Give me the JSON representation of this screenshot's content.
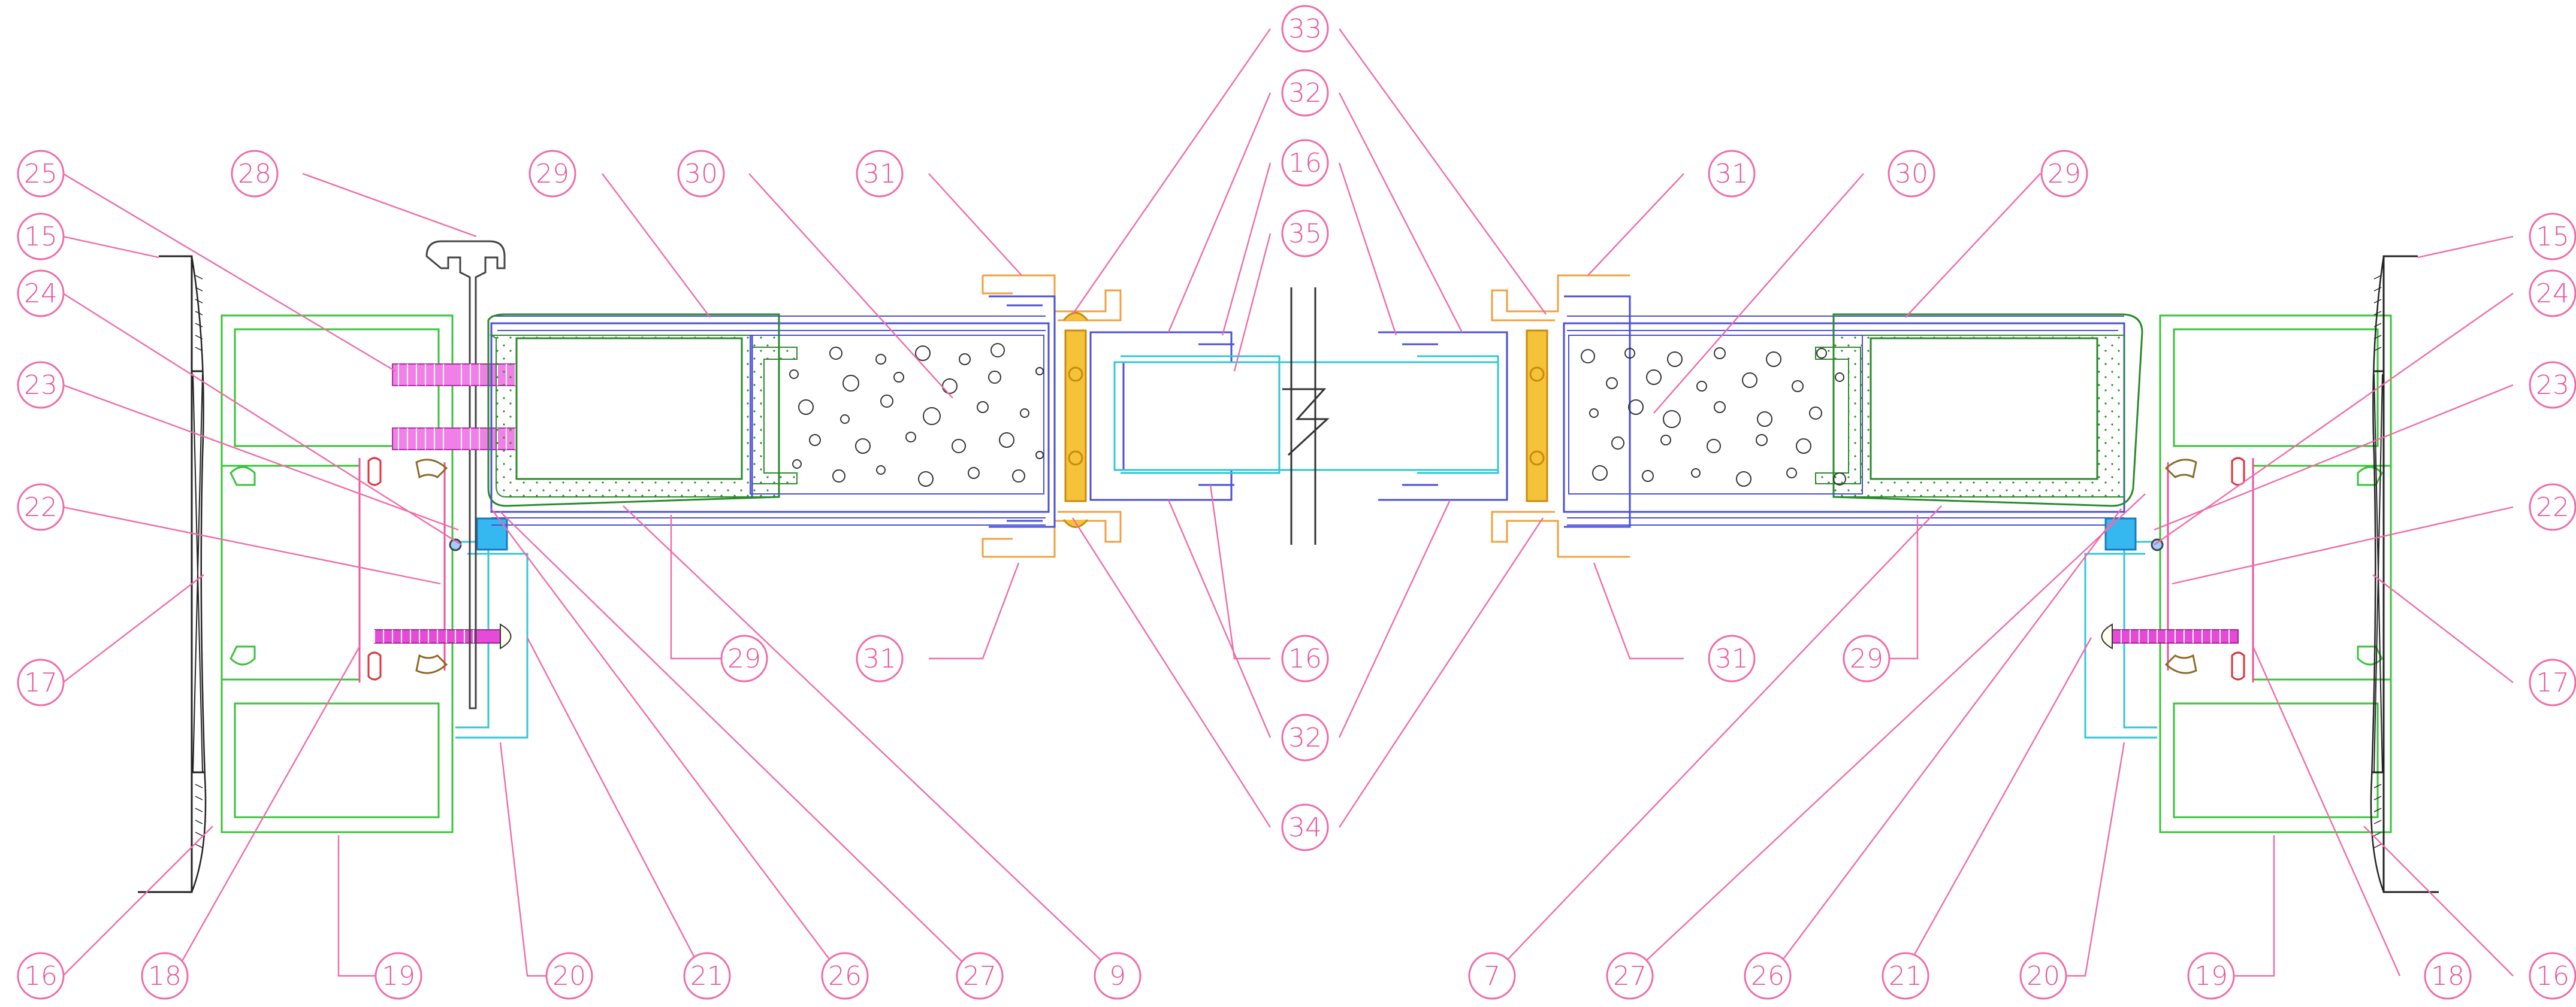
{
  "drawing": {
    "type": "technical section drawing (aluminium door / curtain wall detail)",
    "colors": {
      "callout": "#f06aa8",
      "profile_green": "#39c33a",
      "sealant_fill": "#8fdc6b",
      "panel_blue": "#4b4fd6",
      "seal_orange": "#f0a040",
      "gasket_yellow": "#f5c33a",
      "clip_cyan": "#33c6d6",
      "bolt_magenta": "#e64bd8",
      "wall_black": "#222222"
    },
    "callouts": [
      {
        "id": "c-33",
        "label": "33"
      },
      {
        "id": "c-32-top",
        "label": "32"
      },
      {
        "id": "c-16-top",
        "label": "16"
      },
      {
        "id": "c-35",
        "label": "35"
      },
      {
        "id": "c-25",
        "label": "25"
      },
      {
        "id": "c-28",
        "label": "28"
      },
      {
        "id": "c-29-tl",
        "label": "29"
      },
      {
        "id": "c-30-l",
        "label": "30"
      },
      {
        "id": "c-31-tl",
        "label": "31"
      },
      {
        "id": "c-31-tr",
        "label": "31"
      },
      {
        "id": "c-30-r",
        "label": "30"
      },
      {
        "id": "c-29-tr",
        "label": "29"
      },
      {
        "id": "c-15-l",
        "label": "15"
      },
      {
        "id": "c-15-r",
        "label": "15"
      },
      {
        "id": "c-24-l",
        "label": "24"
      },
      {
        "id": "c-24-r",
        "label": "24"
      },
      {
        "id": "c-23-l",
        "label": "23"
      },
      {
        "id": "c-23-r",
        "label": "23"
      },
      {
        "id": "c-22-l",
        "label": "22"
      },
      {
        "id": "c-22-r",
        "label": "22"
      },
      {
        "id": "c-29-bl",
        "label": "29"
      },
      {
        "id": "c-31-bl",
        "label": "31"
      },
      {
        "id": "c-16-mid",
        "label": "16"
      },
      {
        "id": "c-31-br",
        "label": "31"
      },
      {
        "id": "c-29-br",
        "label": "29"
      },
      {
        "id": "c-17-l",
        "label": "17"
      },
      {
        "id": "c-17-r",
        "label": "17"
      },
      {
        "id": "c-32-bot",
        "label": "32"
      },
      {
        "id": "c-34",
        "label": "34"
      },
      {
        "id": "c-16-bl",
        "label": "16"
      },
      {
        "id": "c-18-l",
        "label": "18"
      },
      {
        "id": "c-19-l",
        "label": "19"
      },
      {
        "id": "c-20-l",
        "label": "20"
      },
      {
        "id": "c-21-l",
        "label": "21"
      },
      {
        "id": "c-26-l",
        "label": "26"
      },
      {
        "id": "c-27-l",
        "label": "27"
      },
      {
        "id": "c-9",
        "label": "9"
      },
      {
        "id": "c-7",
        "label": "7"
      },
      {
        "id": "c-27-r",
        "label": "27"
      },
      {
        "id": "c-26-r",
        "label": "26"
      },
      {
        "id": "c-21-r",
        "label": "21"
      },
      {
        "id": "c-20-r",
        "label": "20"
      },
      {
        "id": "c-19-r",
        "label": "19"
      },
      {
        "id": "c-18-r",
        "label": "18"
      },
      {
        "id": "c-16-br",
        "label": "16"
      }
    ]
  }
}
